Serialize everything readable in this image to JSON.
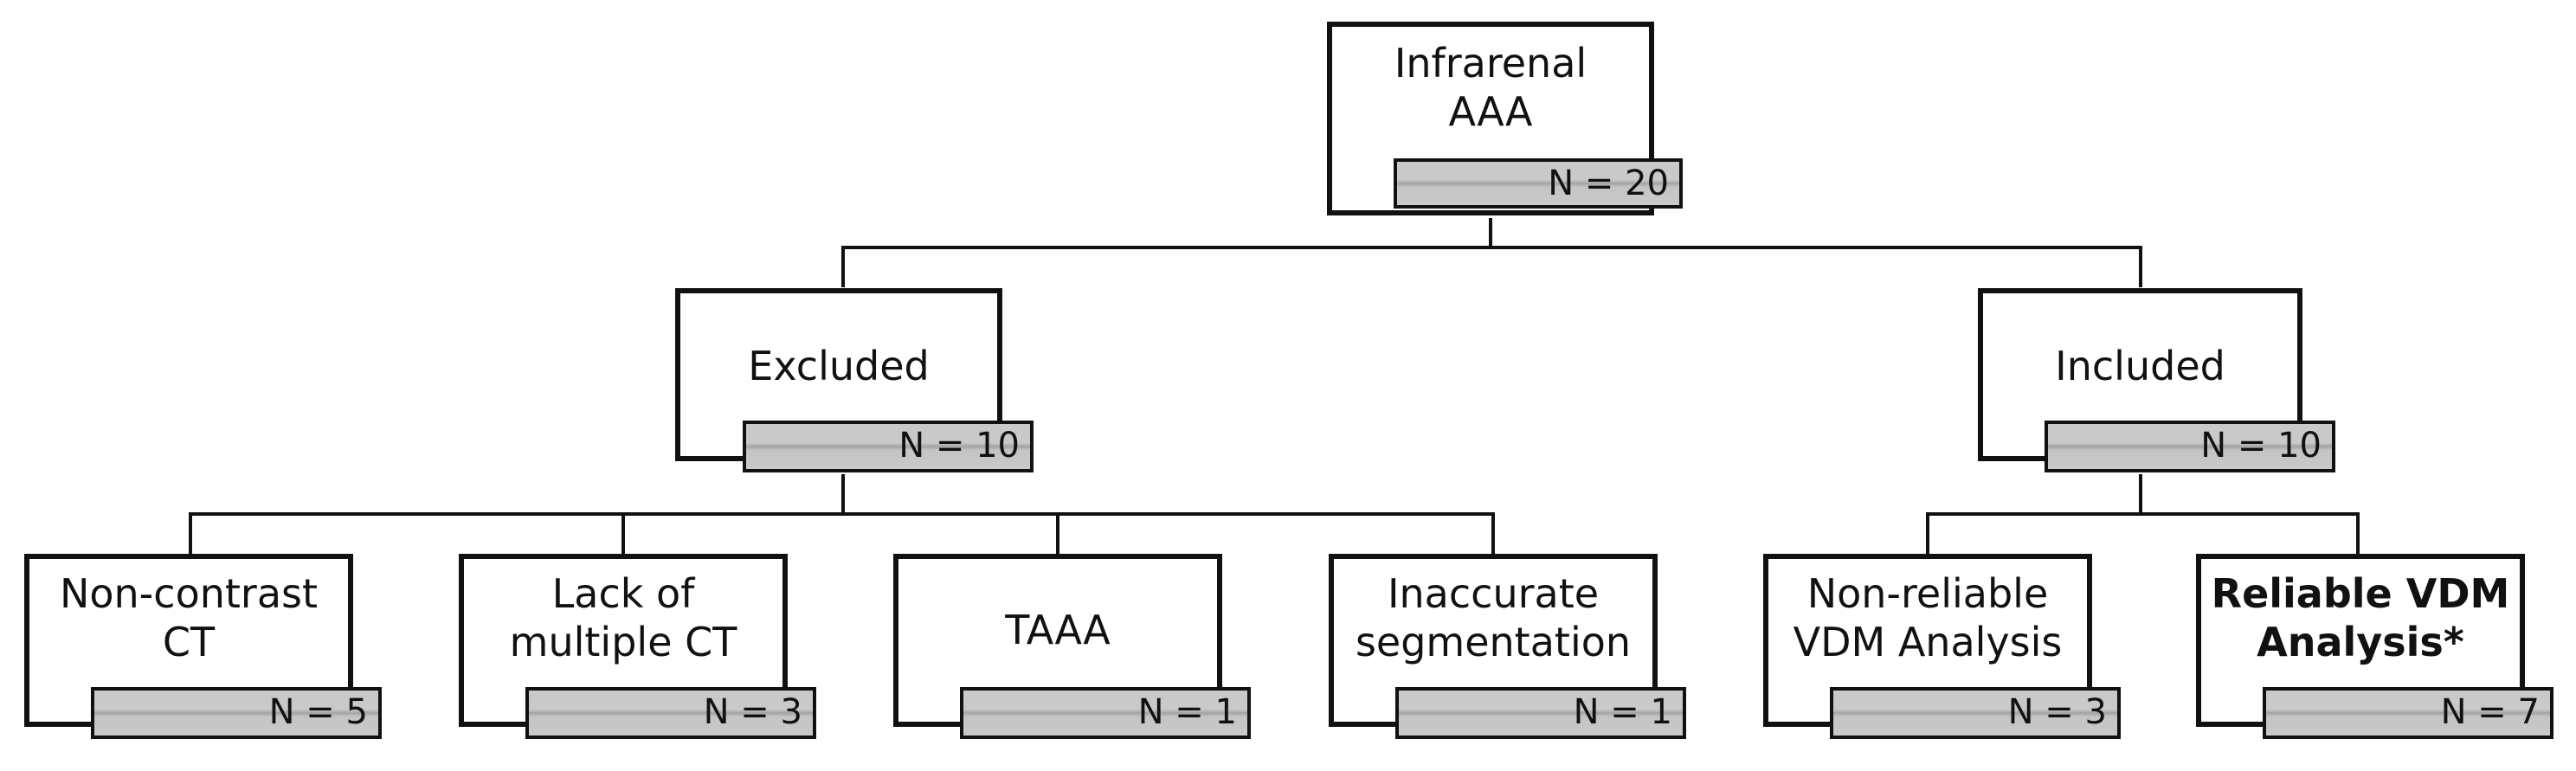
{
  "nodes": {
    "root": {
      "line1": "Infrarenal",
      "line2": "AAA",
      "count": "N = 20"
    },
    "excluded": {
      "line1": "Excluded",
      "count": "N = 10"
    },
    "included": {
      "line1": "Included",
      "count": "N = 10"
    },
    "non_contrast": {
      "line1": "Non-contrast",
      "line2": "CT",
      "count": "N = 5"
    },
    "lack_multiple": {
      "line1": "Lack of",
      "line2": "multiple CT",
      "count": "N = 3"
    },
    "taaa": {
      "line1": "TAAA",
      "count": "N = 1"
    },
    "inaccurate": {
      "line1": "Inaccurate",
      "line2": "segmentation",
      "count": "N = 1"
    },
    "non_reliable": {
      "line1": "Non-reliable",
      "line2": "VDM Analysis",
      "count": "N = 3"
    },
    "reliable": {
      "line1": "Reliable VDM",
      "line2": "Analysis*",
      "count": "N = 7"
    }
  }
}
